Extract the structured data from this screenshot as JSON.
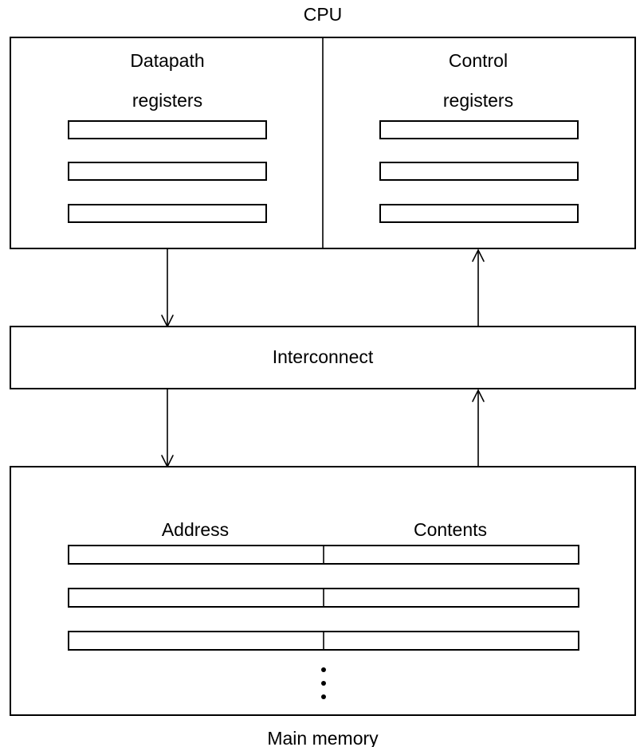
{
  "cpu": {
    "title": "CPU",
    "datapath": {
      "label_line1": "Datapath",
      "label_line2": "registers",
      "register_count": 3
    },
    "control": {
      "label_line1": "Control",
      "label_line2": "registers",
      "register_count": 3
    }
  },
  "interconnect": {
    "label": "Interconnect"
  },
  "memory": {
    "title": "Main memory",
    "address_header": "Address",
    "contents_header": "Contents",
    "row_count": 3
  },
  "colors": {
    "stroke": "#000000",
    "background": "#ffffff"
  }
}
